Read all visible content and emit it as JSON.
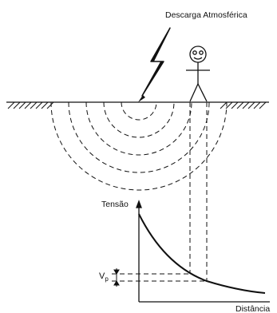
{
  "labels": {
    "title": "Descarga Atmosférica",
    "y_axis": "Tensão",
    "x_axis": "Distância",
    "vp_main": "V",
    "vp_sub": "p"
  },
  "colors": {
    "ink": "#111111",
    "background": "#ffffff"
  },
  "icons": [
    "lightning-bolt-icon",
    "person-icon"
  ]
}
